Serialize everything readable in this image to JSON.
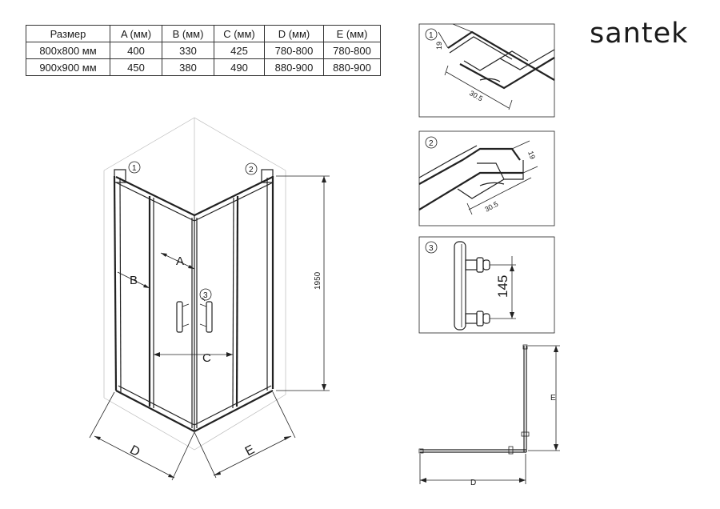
{
  "brand": "santek",
  "table": {
    "headers": [
      "Размер",
      "A (мм)",
      "B (мм)",
      "C (мм)",
      "D (мм)",
      "E (мм)"
    ],
    "rows": [
      [
        "800x800 мм",
        "400",
        "330",
        "425",
        "780-800",
        "780-800"
      ],
      [
        "900x900 мм",
        "450",
        "380",
        "490",
        "880-900",
        "880-900"
      ]
    ]
  },
  "main_view": {
    "labels": {
      "A": "A",
      "B": "B",
      "C": "C",
      "D": "D",
      "E": "E",
      "height": "1950"
    },
    "callouts": [
      "1",
      "2",
      "3"
    ]
  },
  "detail1": {
    "number": "1",
    "dim_19": "19",
    "dim_305": "30.5"
  },
  "detail2": {
    "number": "2",
    "dim_19": "19",
    "dim_305": "30.5"
  },
  "detail3": {
    "number": "3",
    "dim_145": "145"
  },
  "plan_view": {
    "label_d": "D",
    "label_e": "E"
  }
}
